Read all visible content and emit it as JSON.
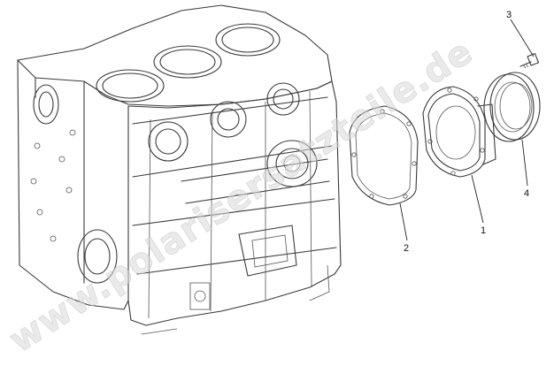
{
  "callouts": {
    "part1": "1",
    "part2": "2",
    "part3": "3",
    "part4": "4"
  },
  "watermark": "www.polarisersatzteile.de",
  "colors": {
    "line": "#3a3a3a",
    "background": "#ffffff",
    "watermark": "#d8d8d8"
  }
}
